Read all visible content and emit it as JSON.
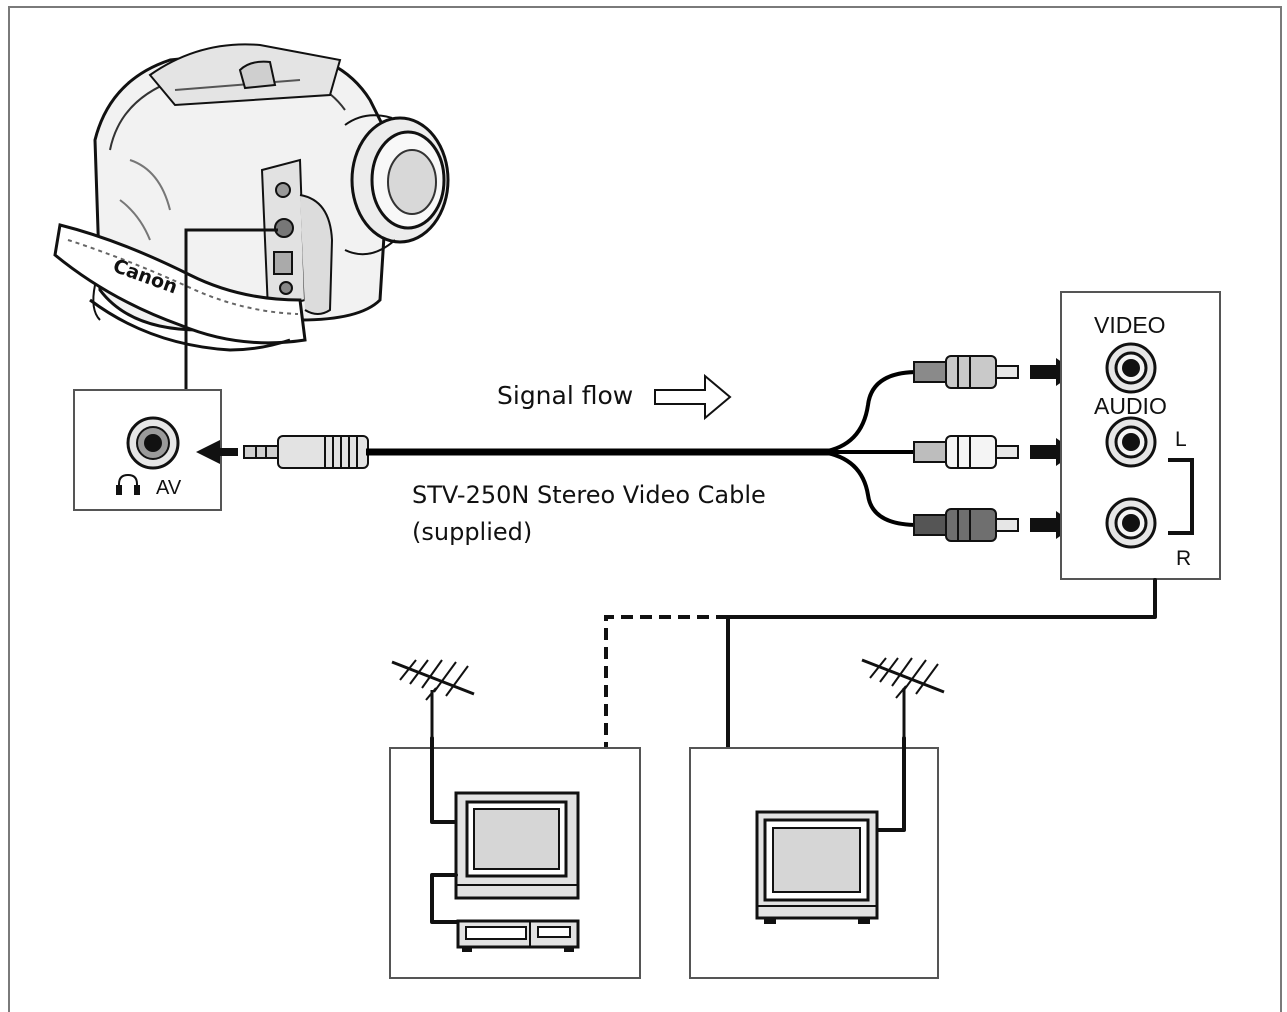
{
  "camcorder": {
    "brand": "Canon",
    "port_label": "AV"
  },
  "signal_flow": {
    "label": "Signal flow"
  },
  "cable": {
    "name": "STV-250N Stereo Video Cable",
    "note": "(supplied)"
  },
  "tv_inputs": {
    "video_label": "VIDEO",
    "audio_label": "AUDIO",
    "left_label": "L",
    "right_label": "R"
  },
  "colors": {
    "line": "#111111",
    "frame": "#7a7a7a",
    "plug_light": "#e6e6e6",
    "plug_mid": "#bdbdbd",
    "plug_dark": "#6f6f6f"
  }
}
